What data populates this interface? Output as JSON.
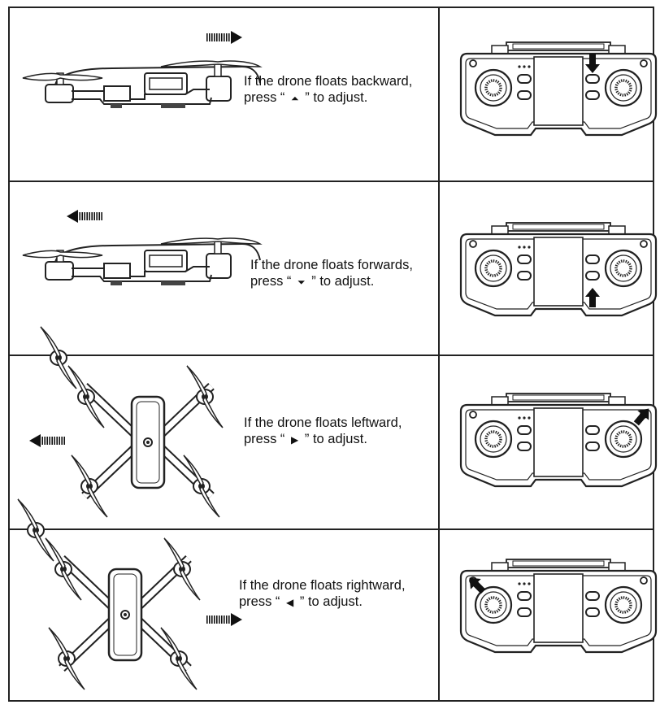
{
  "rows": [
    {
      "line1": "If the drone floats backward,",
      "press_pre": "press “",
      "glyph": "⏶",
      "press_post": "” to adjust.",
      "drone_view": "side",
      "drift_arrow": "right",
      "remote_pointer": "forward-trim-button"
    },
    {
      "line1": "If the drone floats forwards,",
      "press_pre": "press “",
      "glyph": "⏷",
      "press_post": "” to adjust.",
      "drone_view": "side",
      "drift_arrow": "left",
      "remote_pointer": "backward-trim-button"
    },
    {
      "line1": "If the drone floats leftward,",
      "press_pre": "press “",
      "glyph": "▶",
      "press_post": "” to adjust.",
      "drone_view": "top",
      "drift_arrow": "left",
      "remote_pointer": "right-trim-button"
    },
    {
      "line1": "If the drone floats rightward,",
      "press_pre": "press “",
      "glyph": "◀",
      "press_post": "” to adjust.",
      "drone_view": "top",
      "drift_arrow": "right",
      "remote_pointer": "left-trim-button"
    }
  ]
}
